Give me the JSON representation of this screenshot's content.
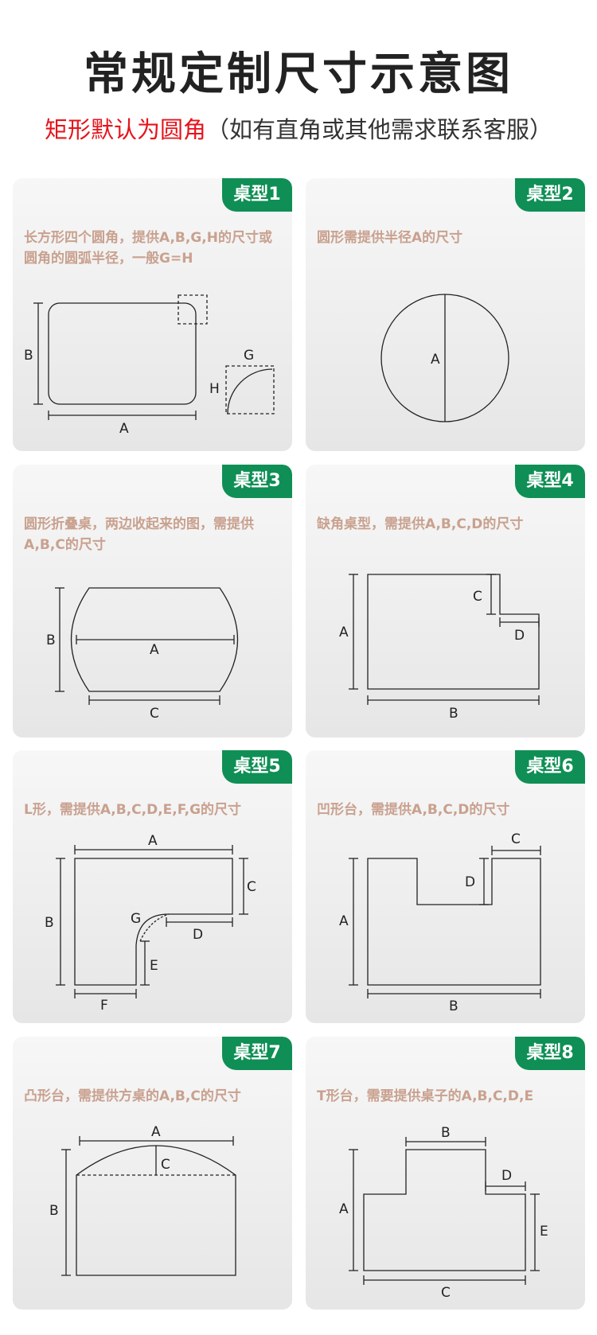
{
  "header": {
    "title": "常规定制尺寸示意图",
    "subtitle_red": "矩形默认为圆角",
    "subtitle_rest": "（如有直角或其他需求联系客服）"
  },
  "cards": [
    {
      "badge": "桌型1",
      "desc": "长方形四个圆角，提供A,B,G,H的尺寸或圆角的圆弧半径，一般G=H",
      "labels": {
        "A": "A",
        "B": "B",
        "G": "G",
        "H": "H"
      }
    },
    {
      "badge": "桌型2",
      "desc": "圆形需提供半径A的尺寸",
      "labels": {
        "A": "A"
      }
    },
    {
      "badge": "桌型3",
      "desc": "圆形折叠桌，两边收起来的图，需提供A,B,C的尺寸",
      "labels": {
        "A": "A",
        "B": "B",
        "C": "C"
      }
    },
    {
      "badge": "桌型4",
      "desc": "缺角桌型，需提供A,B,C,D的尺寸",
      "labels": {
        "A": "A",
        "B": "B",
        "C": "C",
        "D": "D"
      }
    },
    {
      "badge": "桌型5",
      "desc": "L形，需提供A,B,C,D,E,F,G的尺寸",
      "labels": {
        "A": "A",
        "B": "B",
        "C": "C",
        "D": "D",
        "E": "E",
        "F": "F",
        "G": "G"
      }
    },
    {
      "badge": "桌型6",
      "desc": "凹形台，需提供A,B,C,D的尺寸",
      "labels": {
        "A": "A",
        "B": "B",
        "C": "C",
        "D": "D"
      }
    },
    {
      "badge": "桌型7",
      "desc": "凸形台，需提供方桌的A,B,C的尺寸",
      "labels": {
        "A": "A",
        "B": "B",
        "C": "C"
      }
    },
    {
      "badge": "桌型8",
      "desc": "T形台，需要提供桌子的A,B,C,D,E",
      "labels": {
        "A": "A",
        "B": "B",
        "C": "C",
        "D": "D",
        "E": "E"
      }
    }
  ]
}
